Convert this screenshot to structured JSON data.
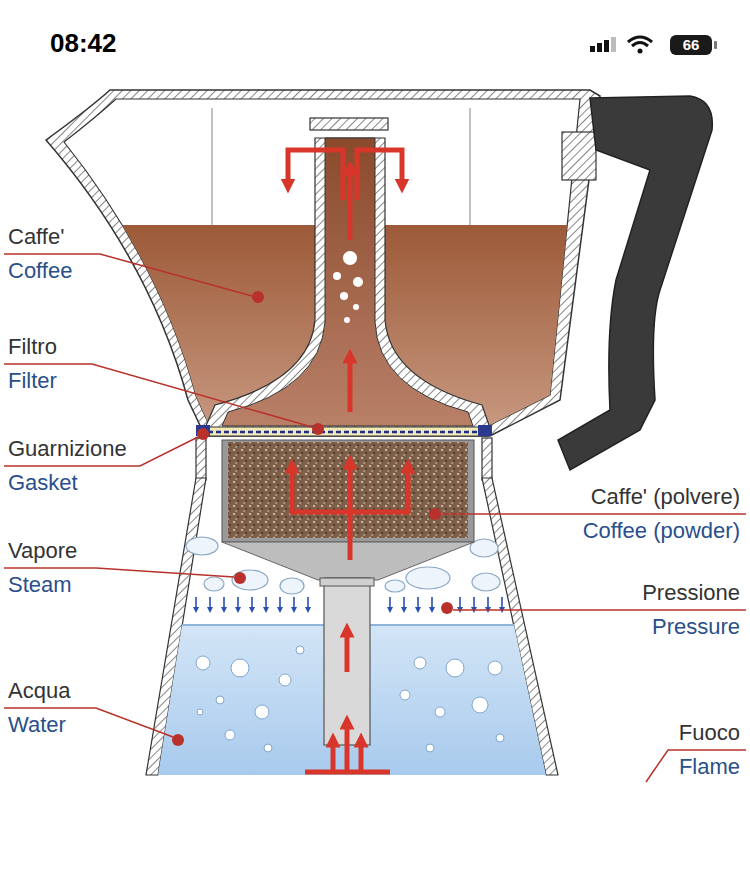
{
  "diagram": {
    "labels": [
      "08:42",
      "66",
      "Caffe'",
      "Coffee",
      "Filtro",
      "Filter",
      "Guarnizione",
      "Gasket",
      "Vapore",
      "Steam",
      "Acqua",
      "Water",
      "Caffe' (polvere)",
      "Coffee (powder)",
      "Pressione",
      "Pressure",
      "Fuoco",
      "Flame"
    ]
  }
}
